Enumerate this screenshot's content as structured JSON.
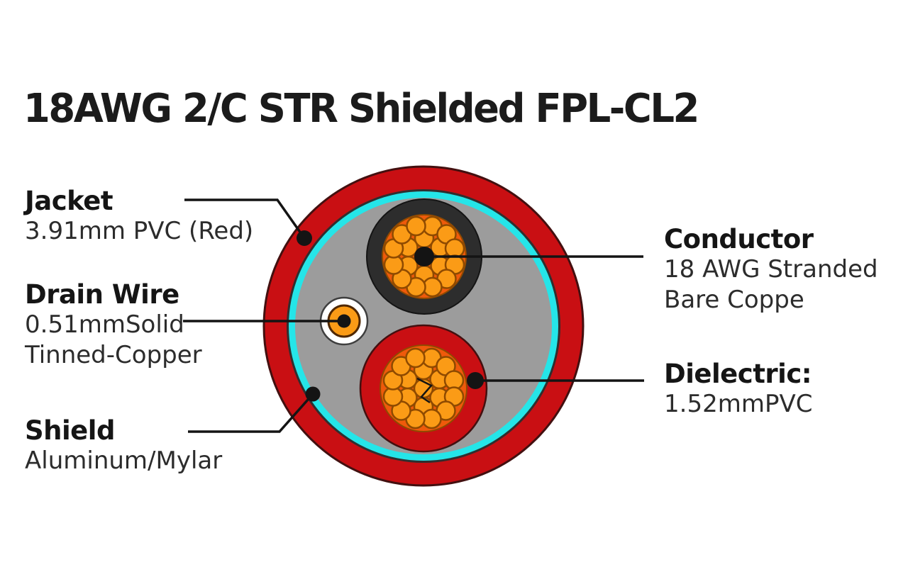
{
  "title": "18AWG 2/C STR Shielded FPL-CL2",
  "labels": {
    "jacket": {
      "name": "Jacket",
      "desc": "3.91mm PVC (Red)"
    },
    "drain_wire": {
      "name": "Drain Wire",
      "desc1": "0.51mmSolid",
      "desc2": "Tinned-Copper"
    },
    "shield": {
      "name": "Shield",
      "desc": "Aluminum/Mylar"
    },
    "conductor": {
      "name": "Conductor",
      "desc1": "18 AWG Stranded",
      "desc2": "Bare Coppe"
    },
    "dielectric": {
      "name": "Dielectric:",
      "desc": "1.52mmPVC"
    }
  },
  "colors": {
    "jacket_red": "#c90f13",
    "shield_cyan": "#25e5e8",
    "filler_gray": "#9c9c9c",
    "insulation_black": "#2d2d2d",
    "bundle_orange": "#ef5a0b",
    "strand_orange": "#fb9b16",
    "strand_outline": "#8f4a00",
    "outline_dark": "#431010",
    "inner_dark_ring": "#2f2f2f",
    "drain_white": "#ffffff",
    "drain_ring_gray": "#3e3e3e",
    "drain_orange_outline": "#4f2700",
    "leader_line_black": "#141414"
  },
  "diagram": {
    "conductor_count": 2,
    "strands_per_conductor": 19,
    "strand_radius": 13,
    "strand_rings": [
      {
        "count": 1,
        "radius": 0,
        "start": 0
      },
      {
        "count": 6,
        "radius": 26,
        "start": -90
      },
      {
        "count": 12,
        "radius": 44.5,
        "start": -75
      }
    ]
  }
}
